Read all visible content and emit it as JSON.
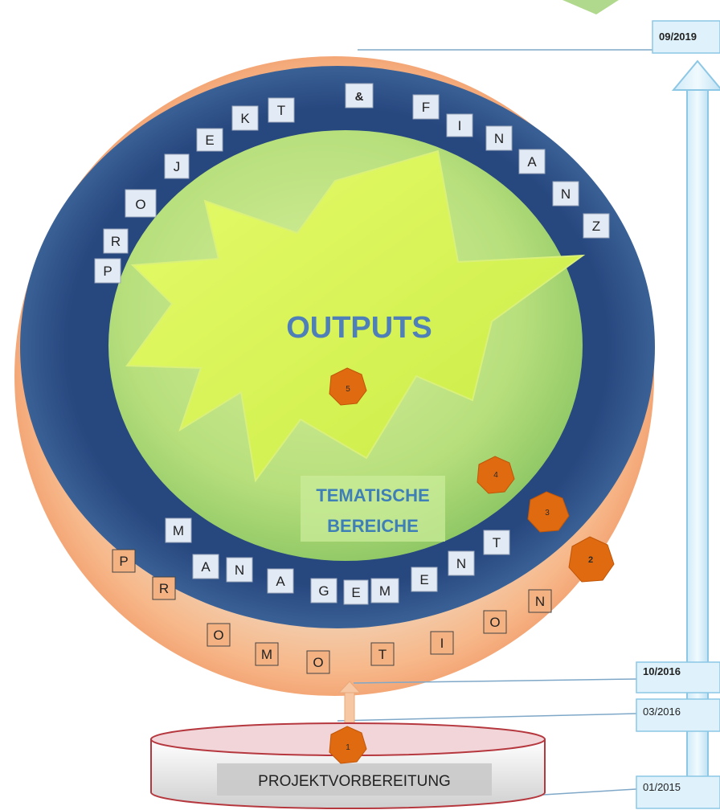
{
  "outputs_label": "OUTPUTS",
  "thematic_label_1": "TEMATISCHE",
  "thematic_label_2": "BEREICHE",
  "base_label": "PROJEKTVORBEREITUNG",
  "dates": {
    "top": "09/2019",
    "mid": "10/2016",
    "low": "03/2016",
    "bottom": "01/2015"
  },
  "markers": {
    "m1": "1",
    "m2": "2",
    "m3": "3",
    "m4": "4",
    "m5": "5"
  },
  "projekt_finanz_letters": [
    "P",
    "R",
    "O",
    "J",
    "E",
    "K",
    "T",
    "&",
    "F",
    "I",
    "N",
    "A",
    "N",
    "Z"
  ],
  "management_letters": [
    "M",
    "A",
    "N",
    "A",
    "G",
    "E",
    "M",
    "E",
    "N",
    "T"
  ],
  "promotion_letters": [
    "P",
    "R",
    "O",
    "M",
    "O",
    "T",
    "I",
    "O",
    "N"
  ],
  "colors": {
    "orange_ring": "#f6b98a",
    "blue_ring": "#2a4d86",
    "green_inner": "#b9e07a",
    "star": "#d7f25a",
    "marker": "#e06a10",
    "date_box": "#dff2fb",
    "arrow": "#d6effa"
  }
}
